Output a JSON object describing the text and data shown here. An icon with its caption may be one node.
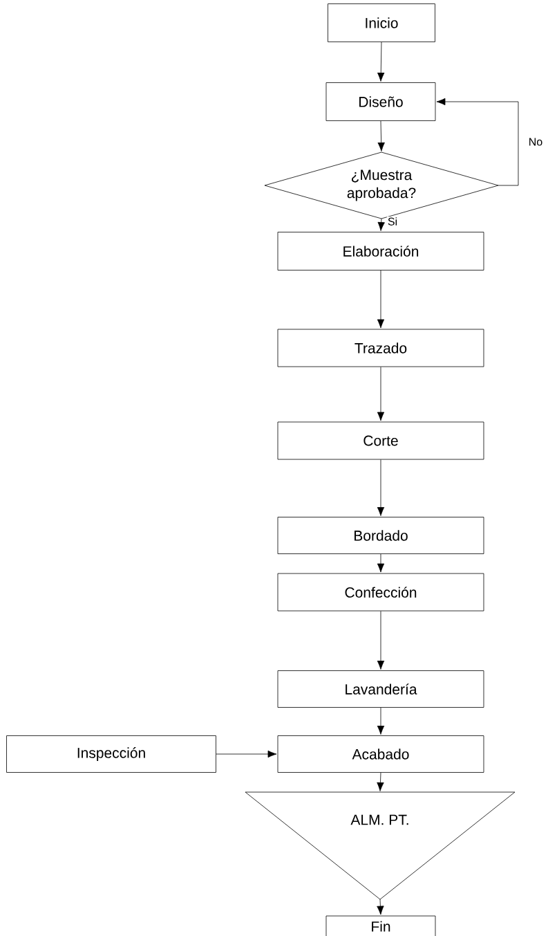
{
  "diagram": {
    "nodes": [
      {
        "text": [
          "Inicio"
        ]
      },
      {
        "text": [
          "Diseño"
        ]
      },
      {
        "text": [
          "¿Muestra aprobada?"
        ]
      },
      {
        "text": [
          "Elaboración"
        ]
      },
      {
        "text": [
          "Trazado"
        ]
      },
      {
        "text": [
          "Corte"
        ]
      },
      {
        "text": [
          "Bordado"
        ]
      },
      {
        "text": [
          "Confección"
        ]
      },
      {
        "text": [
          "Lavandería"
        ]
      },
      {
        "text": [
          "Acabado"
        ]
      },
      {
        "text": [
          "Inspección"
        ]
      },
      {
        "text": [
          "ALM. PT."
        ]
      },
      {
        "text": [
          "Fin"
        ]
      }
    ],
    "edges": [
      {
        "from": 0,
        "to": 1,
        "arrow": "to"
      },
      {
        "from": 1,
        "to": 2,
        "arrow": "to"
      },
      {
        "from": 2,
        "to": 1,
        "arrow": "to",
        "label": "No"
      },
      {
        "from": 2,
        "to": 3,
        "arrow": "to",
        "label": "Si"
      },
      {
        "from": 3,
        "to": 4,
        "arrow": "to"
      },
      {
        "from": 4,
        "to": 5,
        "arrow": "to"
      },
      {
        "from": 5,
        "to": 6,
        "arrow": "to"
      },
      {
        "from": 6,
        "to": 7,
        "arrow": "to"
      },
      {
        "from": 7,
        "to": 8,
        "arrow": "to"
      },
      {
        "from": 8,
        "to": 9,
        "arrow": "to"
      },
      {
        "from": 10,
        "to": 9,
        "arrow": "to"
      },
      {
        "from": 9,
        "to": 11,
        "arrow": "to"
      },
      {
        "from": 11,
        "to": 12,
        "arrow": "to"
      }
    ]
  }
}
